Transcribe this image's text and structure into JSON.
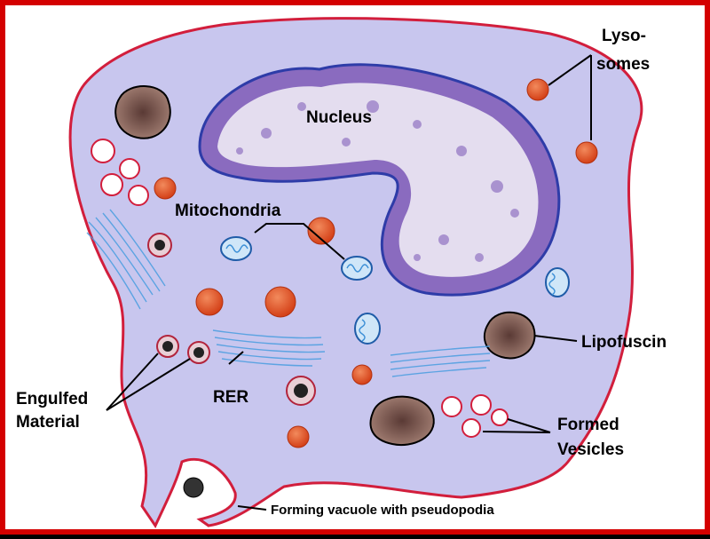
{
  "labels": {
    "nucleus": "Nucleus",
    "lysosomes_line1": "Lyso-",
    "lysosomes_line2": "somes",
    "mitochondria": "Mitochondria",
    "lipofuscin": "Lipofuscin",
    "rer": "RER",
    "engulfed_line1": "Engulfed",
    "engulfed_line2": "Material",
    "formed_line1": "Formed",
    "formed_line2": "Vesicles",
    "vacuole": "Forming vacuole with pseudopodia"
  },
  "colors": {
    "frame": "#d40000",
    "cytoplasm": "#c8c6ee",
    "nucleus_fill": "#ebe7f3",
    "nucleus_chromatin": "#8a6bbf",
    "nucleus_envelope": "#2e3ca8",
    "lysosome": "#e0451c",
    "mitochondria": "#3b8fd6",
    "rer": "#4a9ee0",
    "lipofuscin": "#6b4a45",
    "vesicle": "#d21e3c"
  }
}
